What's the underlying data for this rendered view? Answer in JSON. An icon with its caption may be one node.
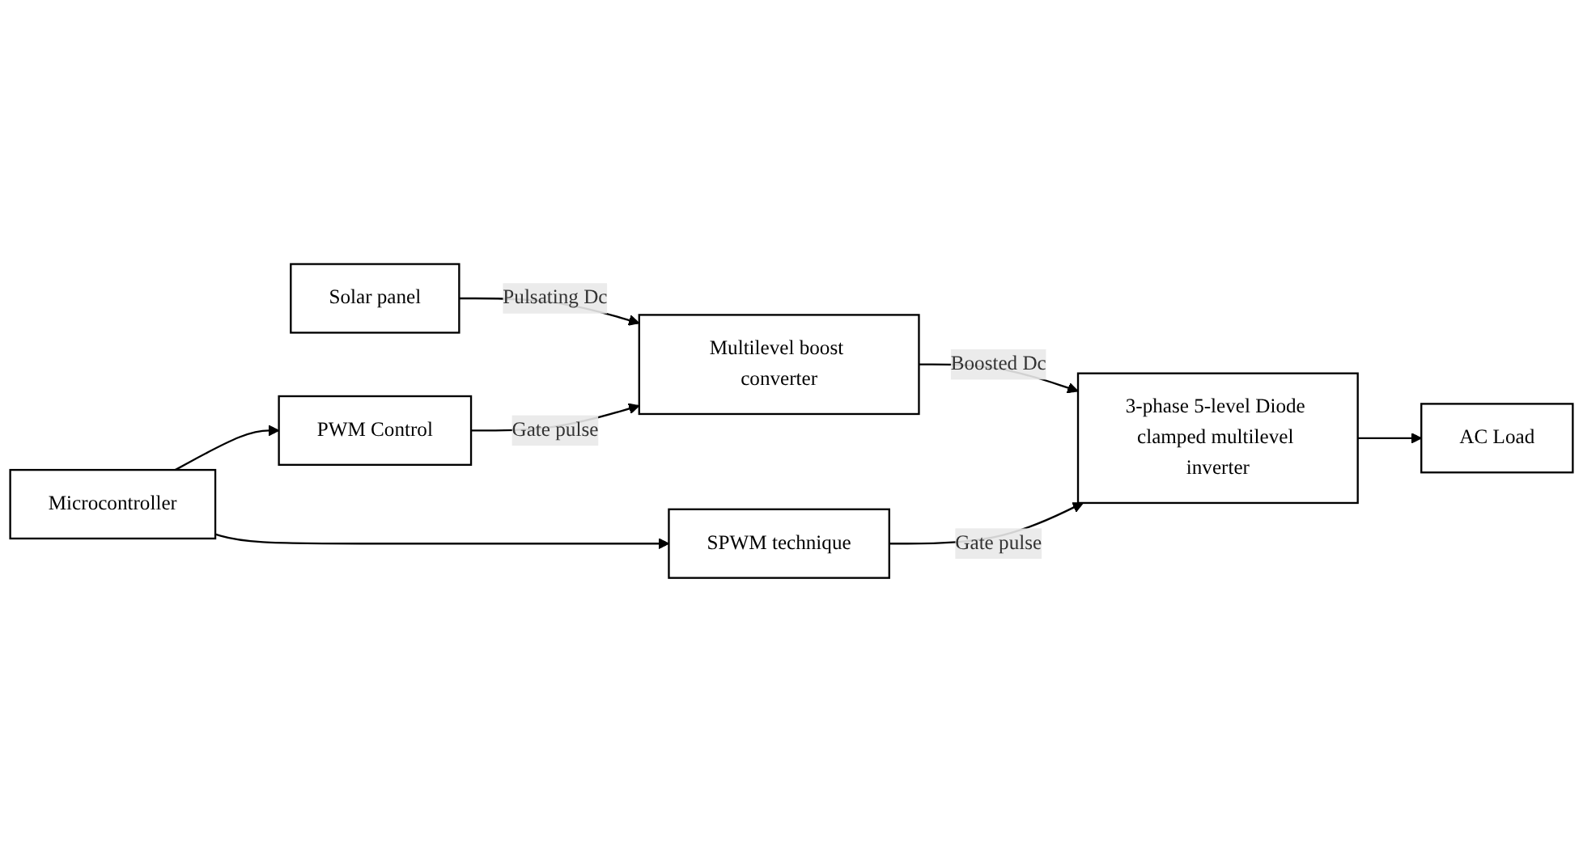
{
  "diagram": {
    "nodes": [
      {
        "text": [
          "Solar panel"
        ]
      },
      {
        "text": [
          "Multilevel boost converter"
        ]
      },
      {
        "text": [
          "3-phase 5-level Diode clamped multilevel inverter"
        ]
      },
      {
        "text": [
          "AC Load"
        ]
      },
      {
        "text": [
          "PWM Control"
        ]
      },
      {
        "text": [
          "SPWM technique"
        ]
      },
      {
        "text": [
          "Microcontroller"
        ]
      }
    ],
    "edges": [
      {
        "from": 0,
        "to": 1,
        "arrow": "to",
        "label": "Pulsating Dc"
      },
      {
        "from": 1,
        "to": 2,
        "arrow": "to",
        "label": "Boosted Dc"
      },
      {
        "from": 2,
        "to": 3,
        "arrow": "to"
      },
      {
        "from": 4,
        "to": 1,
        "arrow": "to",
        "label": "Gate pulse"
      },
      {
        "from": 5,
        "to": 2,
        "arrow": "to",
        "label": "Gate pulse"
      },
      {
        "from": 6,
        "to": 4,
        "arrow": "to"
      },
      {
        "from": 6,
        "to": 5,
        "arrow": "to"
      }
    ]
  }
}
